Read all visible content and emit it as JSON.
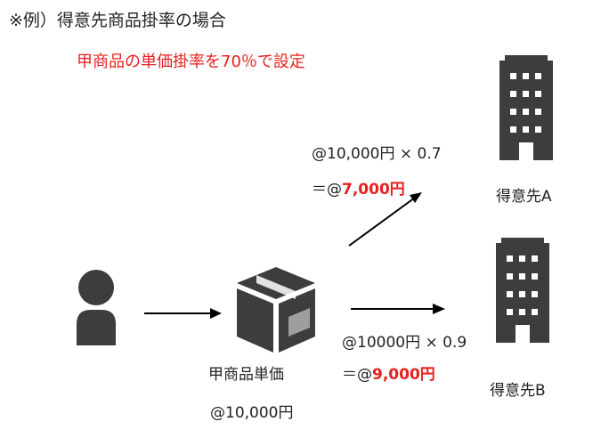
{
  "title": "※例）得意先商品掛率の場合",
  "subtitle": "甲商品の単価掛率を70％で設定",
  "product": {
    "name": "甲商品単価",
    "price": "@10,000円"
  },
  "customer_a": {
    "label": "得意先A",
    "calc_line1": "@10,000円 × 0.7",
    "calc_prefix": "＝@",
    "calc_result": "7,000円"
  },
  "customer_b": {
    "label": "得意先B",
    "calc_line1": "@10000円 × 0.9",
    "calc_prefix": "＝@",
    "calc_result": "9,000円"
  },
  "icons": [
    "person-icon",
    "box-icon",
    "building-icon"
  ],
  "colors": {
    "accent": "#e8201e",
    "icon": "#3d3d3d"
  }
}
